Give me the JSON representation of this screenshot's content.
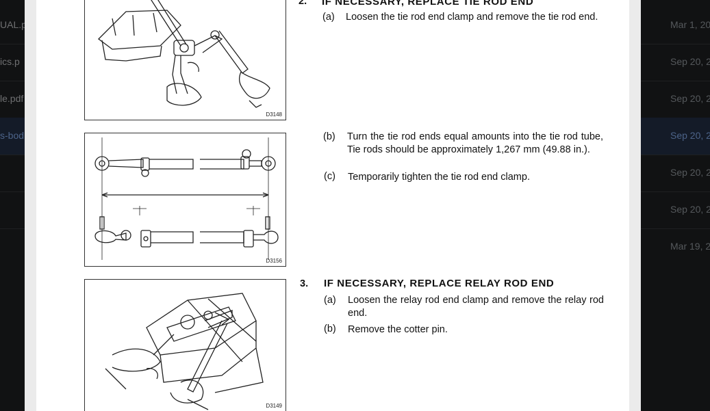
{
  "background_files": [
    {
      "name": "UAL.p",
      "date": "Mar 1, 20",
      "selected": false
    },
    {
      "name": "ics.p",
      "date": "Sep 20, 2",
      "selected": false
    },
    {
      "name": "le.pdf",
      "date": "Sep 20, 2",
      "selected": false
    },
    {
      "name": "s-bod",
      "date": "Sep 20, 2",
      "selected": true
    },
    {
      "name": "",
      "date": "Sep 20, 2",
      "selected": false
    },
    {
      "name": "",
      "date": "Sep 20, 2",
      "selected": false
    },
    {
      "name": "",
      "date": "Mar 19, 2",
      "selected": false
    }
  ],
  "document": {
    "step2": {
      "number": "2.",
      "heading": "IF NECESSARY, REPLACE TIE ROD END",
      "a_label": "(a)",
      "a_text": "Loosen the tie rod end clamp and remove the tie rod end.",
      "b_label": "(b)",
      "b_text": "Turn the tie rod ends equal amounts into the tie rod tube, Tie rods should be approximately 1,267 mm (49.88 in.).",
      "c_label": "(c)",
      "c_text": "Temporarily tighten the tie rod end clamp."
    },
    "step3": {
      "number": "3.",
      "heading": "IF NECESSARY, REPLACE RELAY ROD END",
      "a_label": "(a)",
      "a_text": "Loosen the relay rod end clamp and remove the relay rod end.",
      "b_label": "(b)",
      "b_text": "Remove the cotter pin."
    },
    "figures": [
      {
        "code": "D3148"
      },
      {
        "code": "D3156"
      },
      {
        "code": "D3149"
      }
    ]
  }
}
